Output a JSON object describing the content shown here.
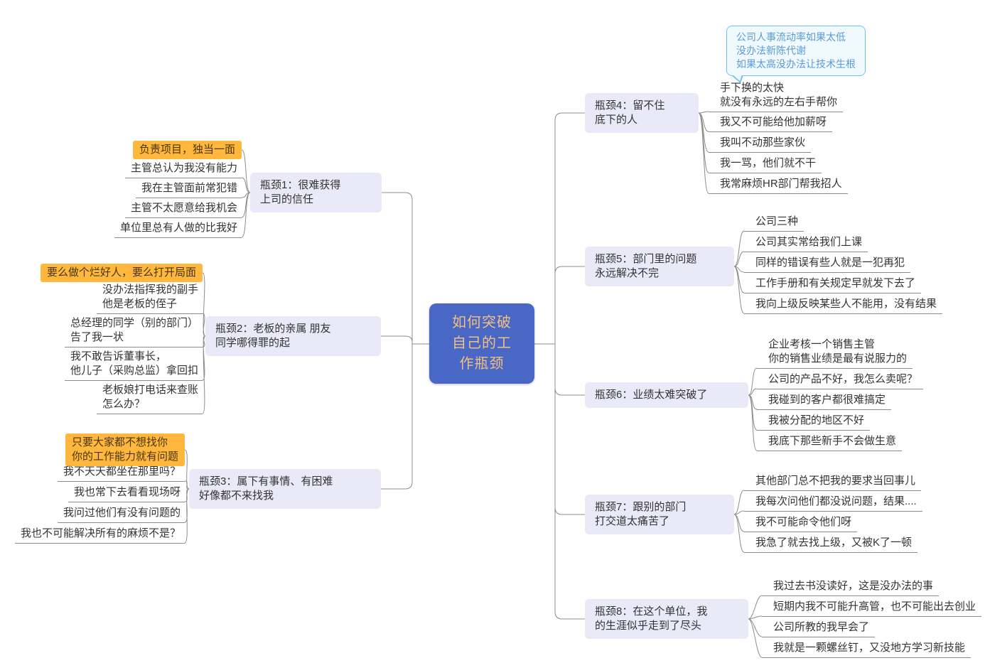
{
  "colors": {
    "central_bg": "#4968c6",
    "central_text": "#f0c080",
    "branch_bg": "#e9e9f8",
    "branch_text": "#333333",
    "highlight_bg": "#ffb83d",
    "highlight_text": "#4a3508",
    "callout_border": "#74c3e1",
    "callout_bg": "#f0f9fd",
    "callout_text": "#5b9bd5",
    "leaf_text": "#333333",
    "line": "#8c8c8c"
  },
  "central": {
    "text": "如何突破\n自己的工\n作瓶颈"
  },
  "branches": [
    {
      "label": "瓶颈1：很难获得\n上司的信任",
      "topics": [
        {
          "text": "负责项目，独当一面",
          "highlight": true
        },
        {
          "text": "主管总认为我没有能力"
        },
        {
          "text": "我在主管面前常犯错"
        },
        {
          "text": "主管不太愿意给我机会"
        },
        {
          "text": "单位里总有人做的比我好"
        }
      ]
    },
    {
      "label": "瓶颈2：老板的亲属 朋友\n同学哪得罪的起",
      "topics": [
        {
          "text": "要么做个烂好人，要么打开局面",
          "highlight": true
        },
        {
          "text": "没办法指挥我的副手\n他是老板的侄子"
        },
        {
          "text": "总经理的同学（别的部门）\n告了我一状"
        },
        {
          "text": "我不敢告诉董事长，\n他儿子（采购总监）拿回扣"
        },
        {
          "text": "老板娘打电话来查账\n怎么办？"
        }
      ]
    },
    {
      "label": "瓶颈3：属下有事情、有困难\n好像都不来找我",
      "topics": [
        {
          "text": "只要大家都不想找你\n你的工作能力就有问题",
          "highlight": true
        },
        {
          "text": "我不天天都坐在那里吗？"
        },
        {
          "text": "我也常下去看看现场呀"
        },
        {
          "text": "我问过他们有没有问题的"
        },
        {
          "text": "我也不可能解决所有的麻烦不是？"
        }
      ]
    },
    {
      "label": "瓶颈4：留不住\n底下的人",
      "callout": "公司人事流动率如果太低\n没办法新陈代谢\n如果太高没办法让技术生根",
      "topics": [
        {
          "text": "手下换的太快\n就没有永远的左右手帮你"
        },
        {
          "text": "我又不可能给他加薪呀"
        },
        {
          "text": "我叫不动那些家伙"
        },
        {
          "text": "我一骂，他们就不干"
        },
        {
          "text": "我常麻烦HR部门帮我招人"
        }
      ]
    },
    {
      "label": "瓶颈5：部门里的问题\n永远解决不完",
      "topics": [
        {
          "text": "公司三种"
        },
        {
          "text": "公司其实常给我们上课"
        },
        {
          "text": "同样的错误有些人就是一犯再犯"
        },
        {
          "text": "工作手册和有关规定早就发下去了"
        },
        {
          "text": "我向上级反映某些人不能用，没有结果"
        }
      ]
    },
    {
      "label": "瓶颈6：业绩太难突破了",
      "topics": [
        {
          "text": "企业考核一个销售主管\n你的销售业绩是最有说服力的"
        },
        {
          "text": "公司的产品不好，我怎么卖呢？"
        },
        {
          "text": "我碰到的客户都很难搞定"
        },
        {
          "text": "我被分配的地区不好"
        },
        {
          "text": "我底下那些新手不会做生意"
        }
      ]
    },
    {
      "label": "瓶颈7：跟别的部门\n打交道太痛苦了",
      "topics": [
        {
          "text": "其他部门总不把我的要求当回事儿"
        },
        {
          "text": "我每次问他们都没说问题，结果...."
        },
        {
          "text": "我不可能命令他们呀"
        },
        {
          "text": "我急了就去找上级，又被K了一顿"
        }
      ]
    },
    {
      "label": "瓶颈8：在这个单位，我\n的生涯似乎走到了尽头",
      "topics": [
        {
          "text": "我过去书没读好，这是没办法的事"
        },
        {
          "text": "短期内我不可能升高管，也不可能出去创业"
        },
        {
          "text": "公司所教的我早会了"
        },
        {
          "text": "我就是一颗螺丝钉，又没地方学习新技能"
        }
      ]
    }
  ]
}
